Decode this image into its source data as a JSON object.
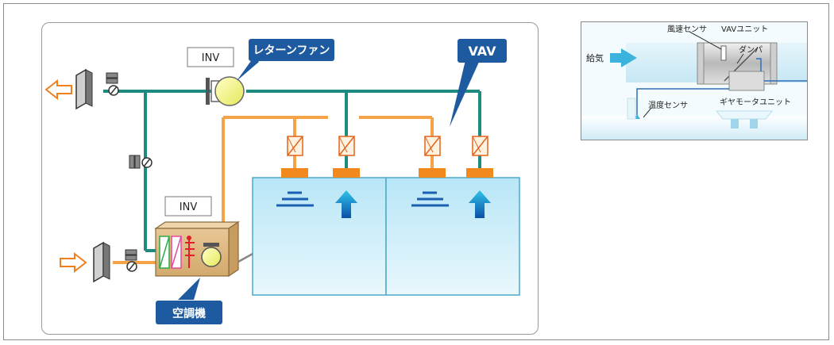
{
  "main_diagram": {
    "inv_label_top": "INV",
    "inv_label_bottom": "INV",
    "return_fan_label": "レターンファン",
    "vav_label": "VAV",
    "ahu_label": "空調機"
  },
  "vav_detail": {
    "air_speed_sensor": "風速センサ",
    "vav_unit": "VAVユニット",
    "damper": "ダンパ",
    "supply_air": "給気",
    "gear_motor_unit": "ギヤモータユニット",
    "temperature_sensor": "温度センサ"
  },
  "colors": {
    "return_duct": "#1f8a7f",
    "supply_duct": "#f4a347",
    "room_fill": "#cfeefb",
    "callout_blue": "#1e5aa0",
    "exhaust_arrow": "#f4a347"
  }
}
